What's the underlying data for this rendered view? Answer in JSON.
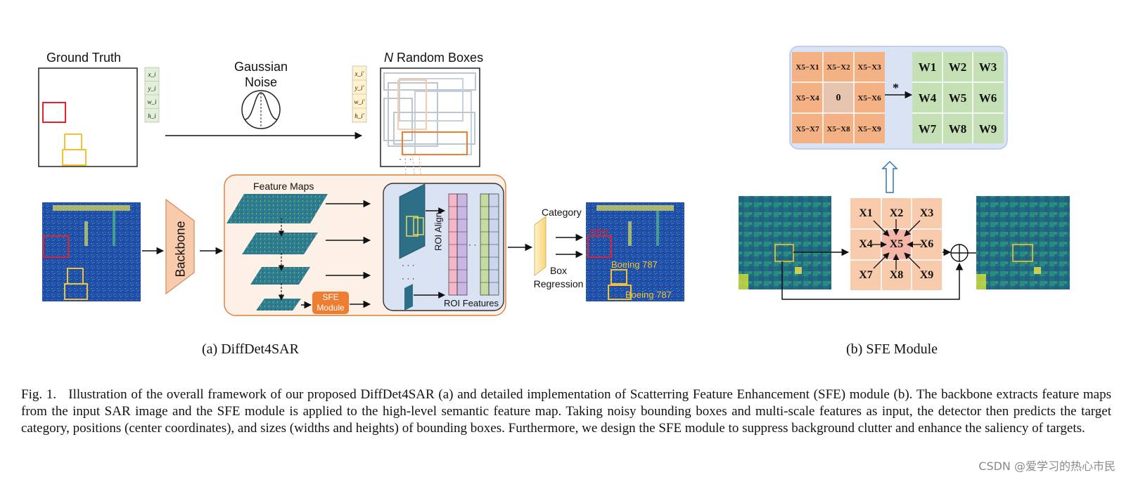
{
  "figure": {
    "left_panel": {
      "ground_truth_title": "Ground Truth",
      "gt_coords": [
        "x_i",
        "y_i",
        "w_i",
        "h_i"
      ],
      "noise_label_line1": "Gaussian",
      "noise_label_line2": "Noise",
      "random_boxes_title_italic": "N",
      "random_boxes_title_rest": " Random Boxes",
      "rb_coords": [
        "x_i'",
        "y_i'",
        "w_i'",
        "h_i'"
      ],
      "backbone_label": "Backbone",
      "feature_maps_label": "Feature Maps",
      "sfe_module_line1": "SFE",
      "sfe_module_line2": "Module",
      "roi_align_label": "ROI Align",
      "roi_features_label": "ROI Features",
      "category_label": "Category",
      "box_regression_line1": "Box",
      "box_regression_line2": "Regression",
      "det_label_other": "other",
      "det_label_boeing1": "Boeing 787",
      "det_label_boeing2": "Boeing 787",
      "dots": "...",
      "subcaption": "(a) DiffDet4SAR"
    },
    "right_panel": {
      "diff_matrix": [
        [
          "X5−X1",
          "X5−X2",
          "X5−X3"
        ],
        [
          "X5−X4",
          "0",
          "X5−X6"
        ],
        [
          "X5−X7",
          "X5−X8",
          "X5−X9"
        ]
      ],
      "conv_symbol": "*",
      "weight_matrix": [
        [
          "W1",
          "W2",
          "W3"
        ],
        [
          "W4",
          "W5",
          "W6"
        ],
        [
          "W7",
          "W8",
          "W9"
        ]
      ],
      "x_matrix": [
        [
          "X1",
          "X2",
          "X3"
        ],
        [
          "X4",
          "X5",
          "X6"
        ],
        [
          "X7",
          "X8",
          "X9"
        ]
      ],
      "subcaption": "(b) SFE Module"
    },
    "colors": {
      "orange_cell": "#f4b183",
      "green_cell": "#c5e0b4",
      "light_orange": "#f8cbad",
      "panel_blue": "#dae3f3",
      "red_box": "#e8202a",
      "yellow_box": "#f3c232",
      "sfe_orange": "#ed7d31"
    }
  },
  "caption": {
    "label": "Fig. 1.",
    "text": "Illustration of the overall framework of our proposed DiffDet4SAR (a) and detailed implementation of Scatterring Feature Enhancement (SFE) module (b). The backbone extracts feature maps from the input SAR image and the SFE module is applied to the high-level semantic feature map. Taking noisy bounding boxes and multi-scale features as input, the detector then predicts the target category, positions (center coordinates), and sizes (widths and heights) of bounding boxes. Furthermore, we design the SFE module to suppress background clutter and enhance the saliency of targets."
  },
  "watermark": "CSDN @爱学习的热心市民"
}
